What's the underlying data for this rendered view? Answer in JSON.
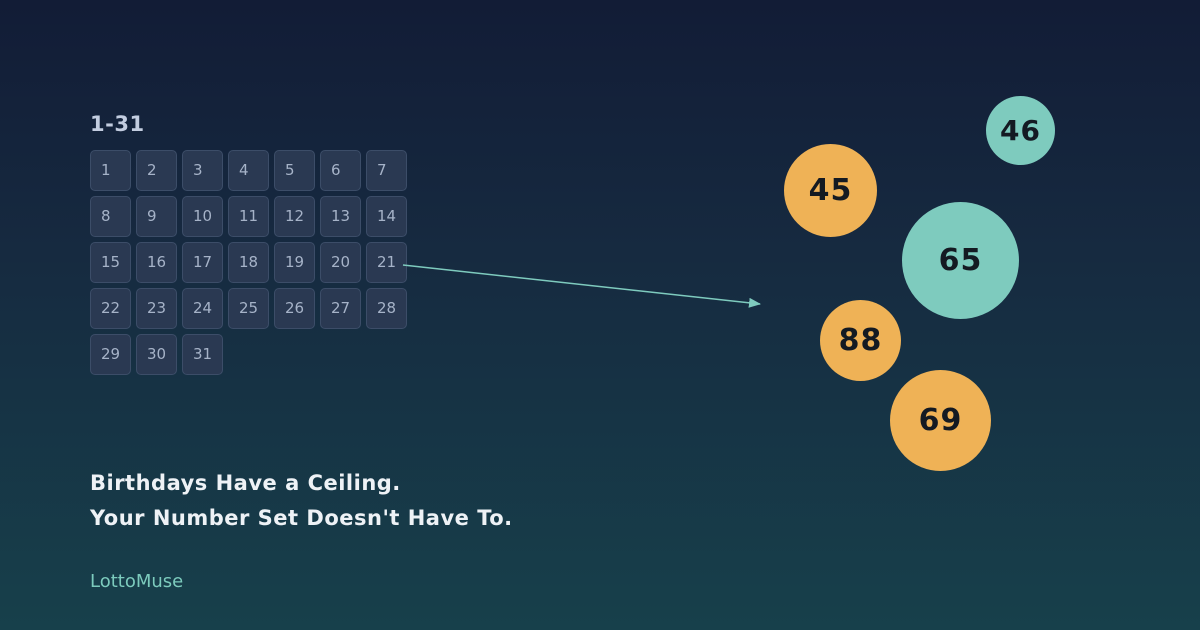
{
  "range_label": "1-31",
  "calendar_days": [
    "1",
    "2",
    "3",
    "4",
    "5",
    "6",
    "7",
    "8",
    "9",
    "10",
    "11",
    "12",
    "13",
    "14",
    "15",
    "16",
    "17",
    "18",
    "19",
    "20",
    "21",
    "22",
    "23",
    "24",
    "25",
    "26",
    "27",
    "28",
    "29",
    "30",
    "31"
  ],
  "balls": [
    {
      "number": "46",
      "color": "#7ecbbe"
    },
    {
      "number": "45",
      "color": "#efb256"
    },
    {
      "number": "65",
      "color": "#7ecbbe"
    },
    {
      "number": "88",
      "color": "#efb256"
    },
    {
      "number": "69",
      "color": "#efb256"
    }
  ],
  "headline": {
    "line1": "Birthdays Have a Ceiling.",
    "line2": "Your Number Set Doesn't Have To."
  },
  "brand": "LottoMuse",
  "colors": {
    "background_top": "#121c36",
    "background_bottom": "#17404b",
    "teal_accent": "#7ecbbe",
    "gold_accent": "#efb256"
  }
}
